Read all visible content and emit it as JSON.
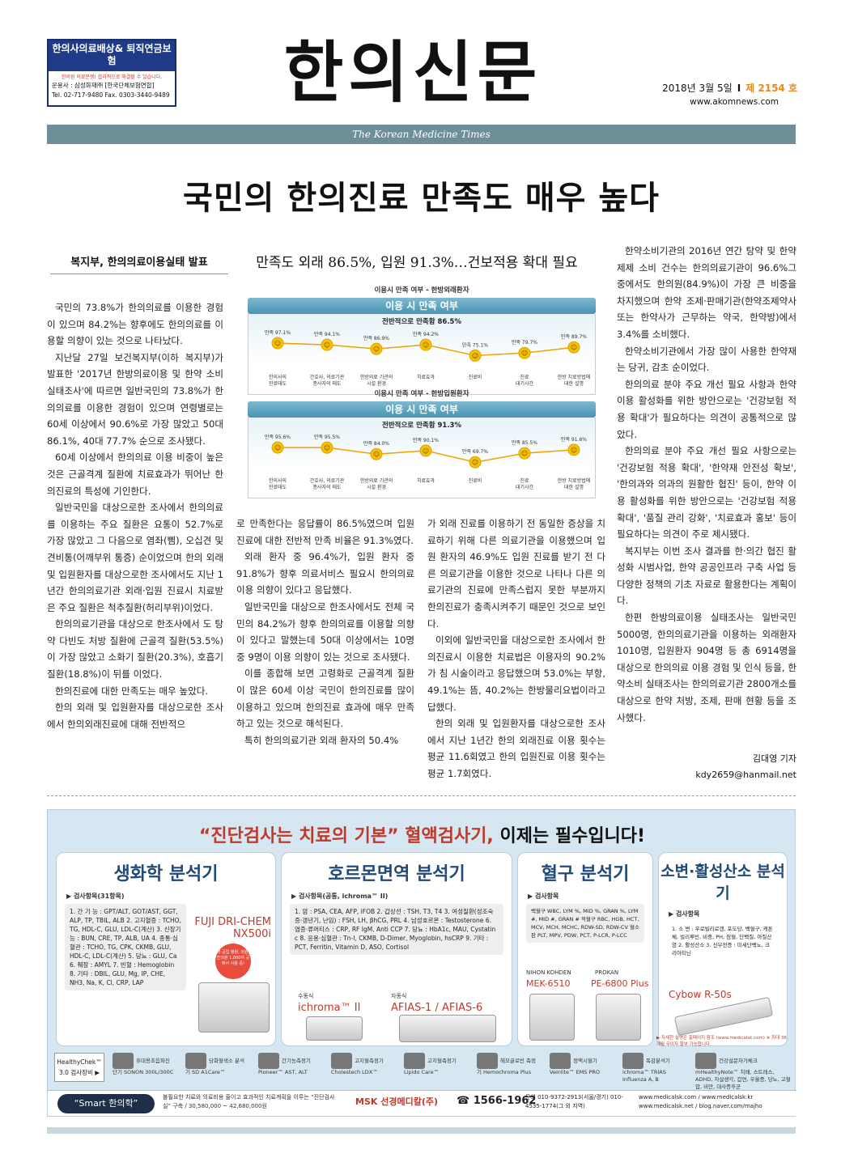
{
  "insurance_ad": {
    "title": "한의사의료배상& 퇴직연금보험",
    "slogan": "한의원 의료분쟁! 합리적으로 해결할 수 있습니다.",
    "operator": "운용사 : 삼성화재㈜ [한국단체보험연합]",
    "tel": "Tel. 02-717-9480 Fax. 0303-3440-9489"
  },
  "masthead": {
    "title": "한의신문",
    "date": "2018년 3월 5일",
    "sep": "I",
    "issue": "제 2154 호",
    "website": "www.akomnews.com",
    "english_name": "The Korean Medicine Times"
  },
  "article": {
    "headline": "국민의 한의진료 만족도 매우 높다",
    "kicker": "복지부, 한의의료이용실태 발표",
    "subhead": "만족도 외래 86.5%, 입원 91.3%…건보적용 확대 필요",
    "col1": [
      "국민의 73.8%가 한의의료를 이용한 경험이 있으며 84.2%는 향후에도 한의의료를 이용할 의향이 있는 것으로 나타났다.",
      "지난달 27일 보건복지부(이하 복지부)가 발표한 '2017년 한방의료이용 및 한약 소비 실태조사'에 따르면 일반국민의 73.8%가 한의의료를 이용한 경험이 있으며 연령별로는 60세 이상에서 90.6%로 가장 많았고 50대 86.1%, 40대 77.7% 순으로 조사됐다.",
      "60세 이상에서 한의의료 이용 비중이 높은 것은 근골격계 질환에 치료효과가 뛰어난 한의진료의 특성에 기인한다.",
      "일반국민을 대상으로한 조사에서 한의의료를 이용하는 주요 질환은 요통이 52.7%로 가장 많았고 그 다음으로 염좌(삠), 오십견 및 견비통(어깨부위 통증) 순이었으며 한의 외래 및 입원환자를 대상으로한 조사에서도 지난 1년간 한의의료기관 외래·입원 진료시 치료받은 주요 질환은 척추질환(허리부위)이었다.",
      "한의의료기관을 대상으로 한조사에서 도 탕약 다빈도 처방 질환에 근골격 질환(53.5%)이 가장 많았고 소화기 질환(20.3%), 호흡기 질환(18.8%)이 뒤를 이었다.",
      "한의진료에 대한 만족도는 매우 높았다.",
      "한의 외래 및 입원환자를 대상으로한 조사에서 한의외래진료에 대해 전반적으"
    ],
    "col2": [
      "로 만족한다는 응답률이 86.5%였으며 입원진료에 대한 전반적 만족 비율은 91.3%였다.",
      "외래 환자 중 96.4%가, 입원 환자 중 91.8%가 향후 의료서비스 필요시 한의의료이용 의향이 있다고 응답했다.",
      "일반국민을 대상으로 한조사에서도 전체 국민의 84.2%가 향후 한의의료를 이용할 의향이 있다고 말했는데 50대 이상에서는 10명 중 9명이 이용 의향이 있는 것으로 조사됐다.",
      "이를 종합해 보면 고령화로 근골격계 질환이 많은 60세 이상 국민이 한의진료를 많이 이용하고 있으며 한의진료 효과에 매우 만족하고 있는 것으로 해석된다.",
      "특히 한의의료기관 외래 환자의 50.4%"
    ],
    "col3": [
      "가 외래 진료를 이용하기 전 동일한 증상을 치료하기 위해 다른 의료기관을 이용했으며 입원 환자의 46.9%도 입원 진료를 받기 전 다른 의료기관을 이용한 것으로 나타나 다른 의료기관의 진료에 만족스럽지 못한 부분까지 한의진료가 충족시켜주기 때문인 것으로 보인다.",
      "이외에 일반국민을 대상으로한 조사에서 한의진료시 이용한 치료법은 이용자의 90.2%가 침 시술이라고 응답했으며 53.0%는 부항, 49.1%는 뜸, 40.2%는 한방물리요법이라고 답했다.",
      "한의 외래 및 입원환자를 대상으로한 조사에서 지난 1년간 한의 외래진료 이용 횟수는 평균 11.6회였고 한의 입원진료 이용 횟수는 평균 1.7회였다."
    ],
    "col4": [
      "한약소비기관의 2016년 연간 탕약 및 한약제제 소비 건수는 한의의료기관이 96.6%그중에서도 한의원(84.9%)이 가장 큰 비중을 차지했으며 한약 조제·판매기관(한약조제약사 또는 한약사가 근무하는 약국, 한약방)에서 3.4%를 소비했다.",
      "한약소비기관에서 가장 많이 사용한 한약재는 당귀, 감초 순이었다.",
      "한의의료 분야 주요 개선 필요 사항과 한약 이용 활성화를 위한 방안으로는 '건강보험 적용 확대'가 필요하다는 의견이 공통적으로 많았다.",
      "한의의료 분야 주요 개선 필요 사항으로는 '건강보험 적용 확대', '한약재 안전성 확보', '한의과와 의과의 원활한 협진' 등이, 한약 이용 활성화를 위한 방안으로는 '건강보험 적용 확대', '품질 관리 강화', '치료효과 홍보' 등이 필요하다는 의견이 주로 제시됐다.",
      "복지부는 이번 조사 결과를 한·의간 협진 활성화 시범사업, 한약 공공인프라 구축 사업 등 다양한 정책의 기초 자료로 활용한다는 계획이다.",
      "한편 한방의료이용 실태조사는 일반국민 5000명, 한의의료기관을 이용하는 외래환자 1010명, 입원환자 904명 등 총 6914명을 대상으로 한의의료 이용 경험 및 인식 등을, 한약소비 실태조사는 한의의료기관 2800개소를 대상으로 한약 처방, 조제, 판매 현황 등을 조사했다."
    ],
    "byline_name": "김대영 기자",
    "byline_email": "kdy2659@hanmail.net"
  },
  "chart_data": [
    {
      "type": "line",
      "title": "이용시 만족 여부 - 한방외래환자",
      "banner": "이용 시 만족 여부",
      "overall": "전반적으로 만족함 86.5%",
      "categories": [
        "한의사의 진료태도",
        "간호사, 의료기관 종사자의 태도",
        "한방의료 기관의 시설 환경",
        "치료효과",
        "진료비",
        "진료 대기시간",
        "한방 치료방법에 대한 설명"
      ],
      "value_labels": [
        "만족 97.1%",
        "만족 94.1%",
        "만족 86.9%",
        "만족 94.2%",
        "만족 75.1%",
        "만족 79.7%",
        "만족 89.7%"
      ],
      "values": [
        97.1,
        94.1,
        86.9,
        94.2,
        75.1,
        79.7,
        89.7
      ],
      "ylim": [
        60,
        100
      ]
    },
    {
      "type": "line",
      "title": "이용시 만족 여부 - 한방입원환자",
      "banner": "이용 시 만족 여부",
      "overall": "전반적으로 만족함 91.3%",
      "categories": [
        "한의사의 진료태도",
        "간호사, 의료기관 종사자의 태도",
        "한방의료 기관의 시설 환경",
        "치료효과",
        "진료비",
        "진료 대기시간",
        "한방 치료방법에 대한 설명"
      ],
      "value_labels": [
        "만족 95.6%",
        "만족 95.5%",
        "만족 84.0%",
        "만족 90.1%",
        "만족 69.7%",
        "만족 85.5%",
        "만족 91.6%"
      ],
      "values": [
        95.6,
        95.5,
        84.0,
        90.1,
        69.7,
        85.5,
        91.6
      ],
      "ylim": [
        60,
        100
      ]
    }
  ],
  "ad": {
    "headline_quote": "“진단검사는 치료의 기본”",
    "headline_product": "혈액검사기,",
    "headline_rest": "이제는 필수입니다!",
    "panel1": {
      "title": "생화학 분석기",
      "items_header": "▶ 검사항목(31항목)",
      "items": "1. 간 기 능 : GPT/ALT, GOT/AST, GGT, ALP, TP, TBIL, ALB  2. 고지혈증 : TCHO, TG, HDL-C, GLU, LDL-C(계산)  3. 신장기능 : BUN, CRE, TP, ALB, UA  4. 종통·심혈관 : TCHO, TG, CPK, CKMB, GLU, HDL-C, LDL-C(계산)  5. 당뇨 : GLU, Ca  6. 췌장 : AMYL  7. 빈혈 : Hemoglobin  8. 기타 : DBIL, GLU, Mg, IP, CHE, NH3, Na, K, Cl, CRP, LAP",
      "model": "FUJI DRI-CHEM NX500i",
      "badge": "국·공립 병원, 의원, 한의원 1,000여 곳에서 사용 중!"
    },
    "panel2": {
      "title": "호르몬면역 분석기",
      "items_header": "▶ 검사항목(공통, ichroma™ II)",
      "items": "1. 암 : PSA, CEA, AFP, iFOB  2. 갑상선 : TSH, T3, T4  3. 여성질환(성조숙증·갱년기, 난임) : FSH, LH, βhCG, PRL  4. 남성호르몬 : Testosterone  6. 염증·류머티스 : CRP, RF IgM, Anti CCP  7. 당뇨 : HbA1c, MAU, Cystatin c  8. 응용·심혈관 : Tn-I, CKMB, D-Dimer, Myoglobin, hsCRP  9. 기타 : PCT, Ferritin, Vitamin D, ASO, Cortisol",
      "manual": "수동식",
      "manual_model": "ichroma™ II",
      "auto": "자동식",
      "auto_model": "AFIAS-1 / AFIAS-6"
    },
    "panel3": {
      "title": "혈구 분석기",
      "items_header": "▶ 검사항목",
      "items": "백혈구 WBC, LYM %, MID %, GRAN %, LYM #, MID #, GRAN #  적혈구 RBC, HGB, HCT, MCV, MCH, MCHC, RDW-SD, RDW-CV  혈소판 PLT, MPV, PDW, PCT, P-LCR, P-LCC",
      "brand1": "NIHON KOHDEN",
      "model1": "MEK-6510",
      "brand2": "PROKAN",
      "model2": "PE-6800 Plus"
    },
    "panel4": {
      "title": "소변·활성산소 분석기",
      "items_header": "▶ 검사항목",
      "items": "1. 소 변 : 우로빌리로겐, 포도당, 백혈구, 케톤체, 빌리루빈, 비중, PH, 잠혈, 단백질, 아질산염  2. 활성산소  3. 신부전증 : 미세단백뇨, 크리아티닌",
      "model": "Cybow R-50s"
    },
    "note": "▶ 자세한 설명은 홈페이지 참조 (www.medicalsk.com) ※ 최대 36개월 무이자 할부 가능합니다.",
    "strip_tag": "HealthyChek™ 3.0 검사장비 ▶",
    "strip_items": [
      "휴대용초음파진단기 SONON 300L/300C",
      "당화혈색소 분석기 SD A1Care™",
      "간기능측정기 Pioneer™ AST, ALT",
      "고지혈측정기 Cholestech LDX™",
      "고지혈측정기 Lipido Care™",
      "헤모글로빈 측정기 Hemochroma Plus",
      "정맥시혈기 Veinlite™ EMS PRO",
      "독감분석기 ichroma™ TRIAS Influenza A, B",
      "건강설문자가체크 mHealthyNote™ 치매, 스트레스, ADHD, 자살생각, 갑연, 우울증, 당뇨, 고혈압, 비만, 대사증후군"
    ],
    "smart": "“Smart 한의학”",
    "smart_note": "불필요한 치료와 의료비용 줄이고 효과적인 치료계획을 이루는 “진단검사실” 구축 / 30,580,000 ~ 42,680,000원",
    "company": "MSK 선경메디칼(주)",
    "phone": "1566-1962",
    "contact": "문의 010-9372-2913(서울/경기) 010-4535-1774(그 외 지역)",
    "websites": "www.medicalsk.com / www.medicalsk.kr www.medicalsk.net / blog.naver.com/majho"
  }
}
